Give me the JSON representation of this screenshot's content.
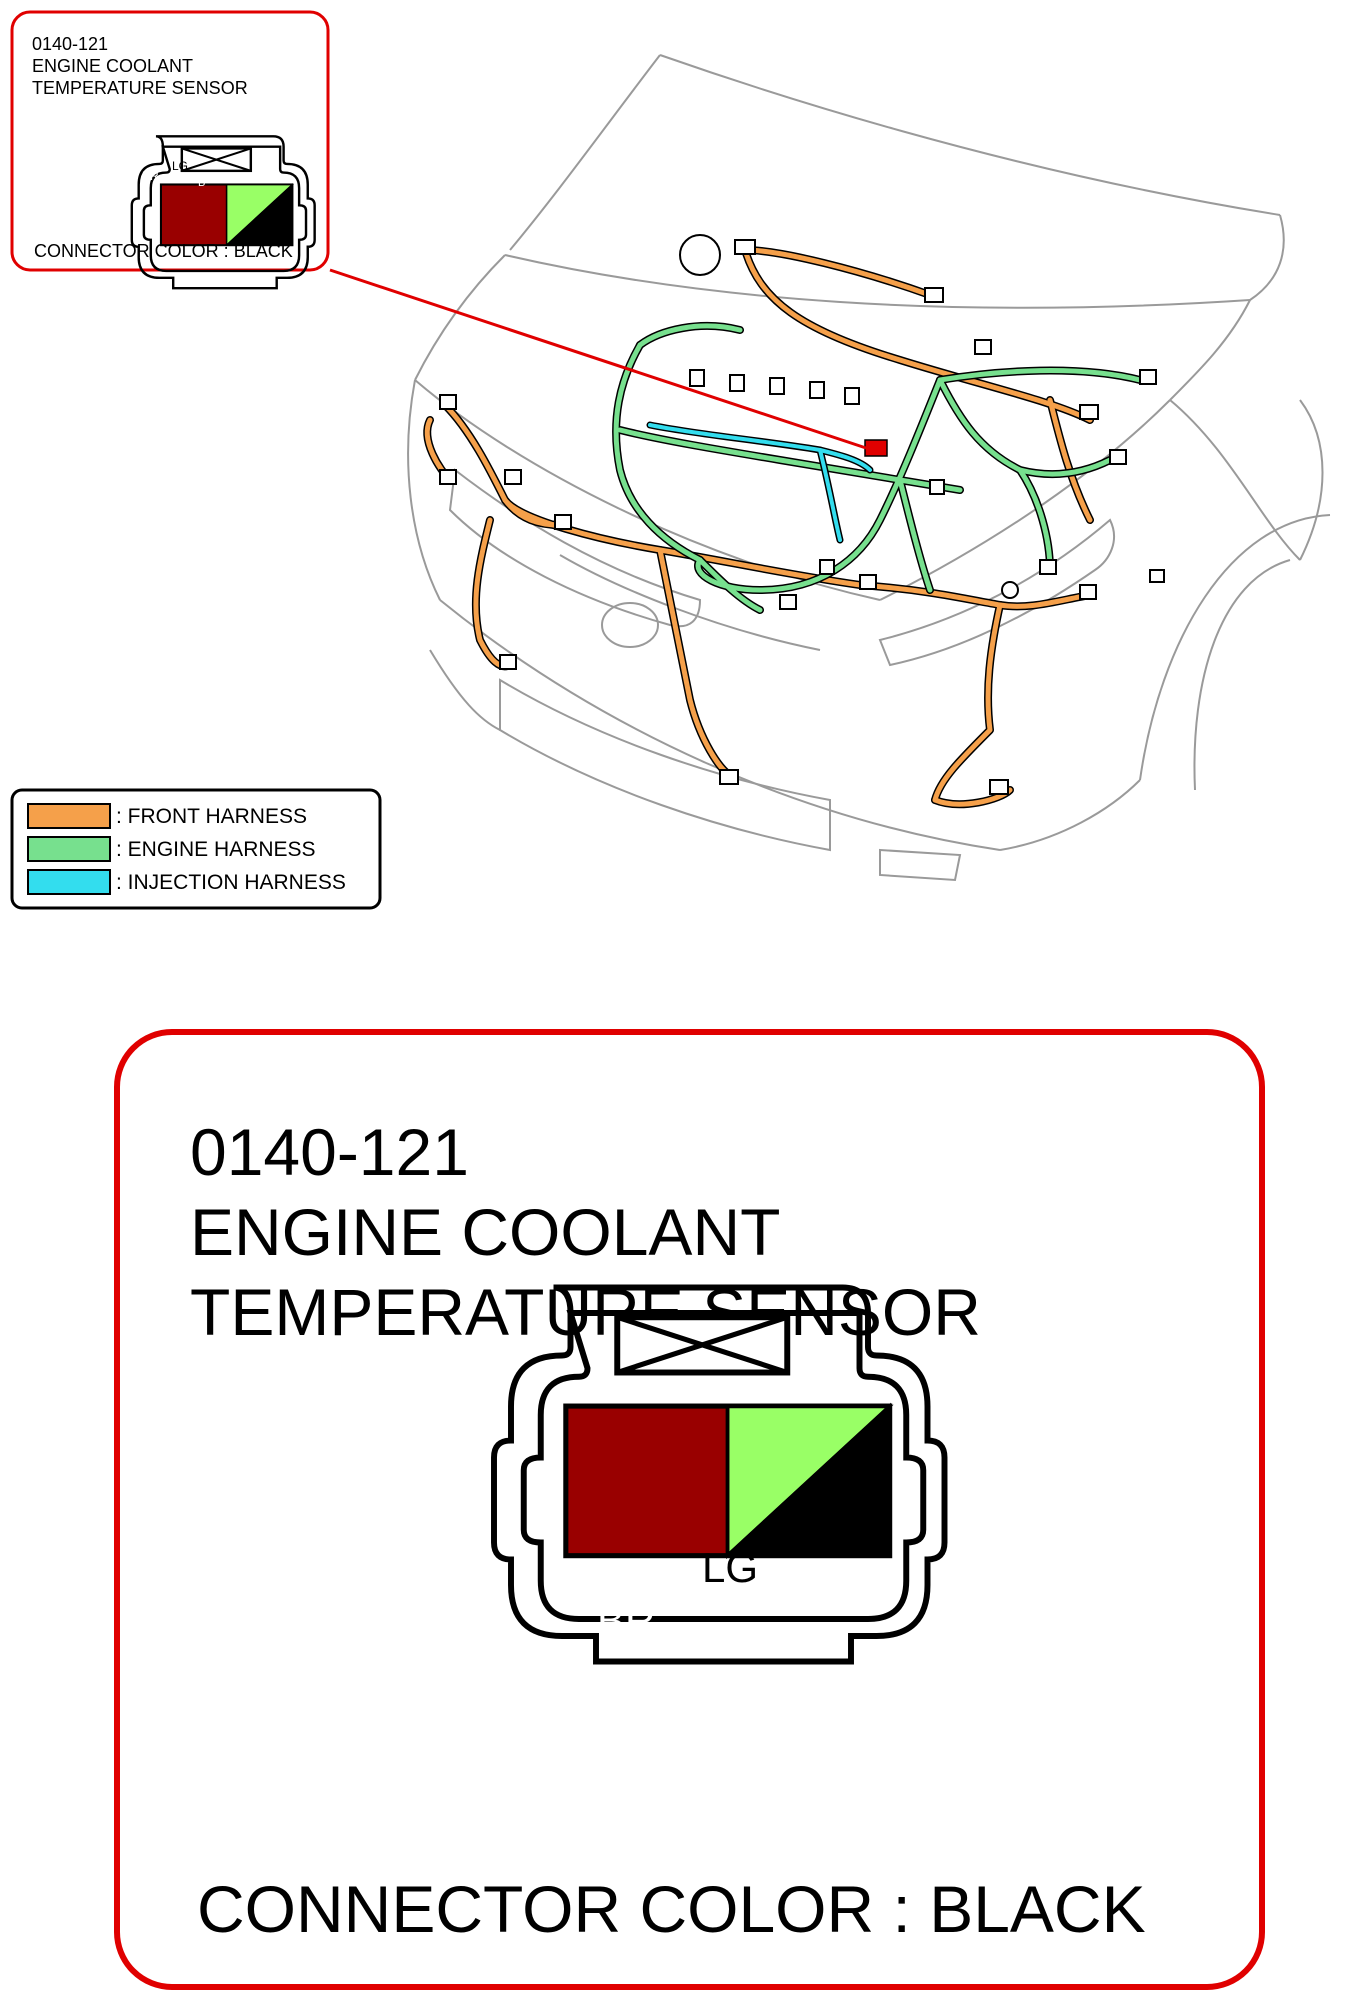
{
  "callout_small": {
    "code": "0140-121",
    "title_line1": "ENGINE COOLANT",
    "title_line2": "TEMPERATURE SENSOR",
    "connector_color": "CONNECTOR COLOR : BLACK"
  },
  "callout_large": {
    "code": "0140-121",
    "title_line1": "ENGINE COOLANT",
    "title_line2": "TEMPERATURE SENSOR",
    "connector_color": "CONNECTOR COLOR : BLACK"
  },
  "connector": {
    "terminals": [
      {
        "label": "BR",
        "fill": "#990000"
      },
      {
        "label": "LG",
        "fill": "#99ff66"
      },
      {
        "label": "B",
        "fill": "#000000"
      }
    ]
  },
  "legend": {
    "items": [
      {
        "label": ": FRONT HARNESS",
        "color": "#f5a04a"
      },
      {
        "label": ": ENGINE HARNESS",
        "color": "#77e08e"
      },
      {
        "label": ": INJECTION HARNESS",
        "color": "#33ddee"
      }
    ]
  },
  "colors": {
    "callout_border": "#e00000",
    "front_harness": "#f5a04a",
    "engine_harness": "#77e08e",
    "injection_harness": "#33ddee",
    "sensor_marker": "#e00000"
  }
}
